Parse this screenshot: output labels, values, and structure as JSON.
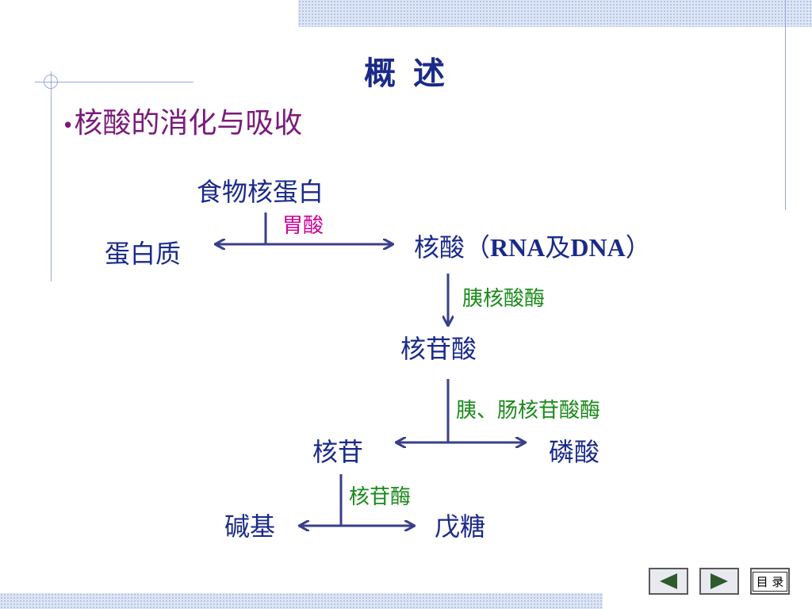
{
  "slide": {
    "title": "概 述",
    "bullet_symbol": "•",
    "bullet_text": "核酸的消化与吸收"
  },
  "diagram": {
    "nodes": {
      "food_nucleoprotein": "食物核蛋白",
      "protein": "蛋白质",
      "nucleic_acid_prefix": "核酸（",
      "nucleic_acid_rna": "RNA",
      "nucleic_acid_and": "及",
      "nucleic_acid_dna": "DNA",
      "nucleic_acid_suffix": "）",
      "nucleotide": "核苷酸",
      "nucleoside": "核苷",
      "phosphate": "磷酸",
      "base": "碱基",
      "pentose": "戊糖"
    },
    "enzymes": {
      "gastric_acid": "胃酸",
      "pancreatic_nuclease": "胰核酸酶",
      "nucleotidase": "胰、肠核苷酸酶",
      "nucleosidase": "核苷酶"
    },
    "colors": {
      "node": "#1a2a8a",
      "enzyme": "#1a8a1a",
      "acid": "#cc0099",
      "arrow": "#3a3f8a"
    }
  },
  "nav": {
    "prev_icon": "triangle-left-icon",
    "next_icon": "triangle-right-icon",
    "toc_label": "目 录"
  }
}
